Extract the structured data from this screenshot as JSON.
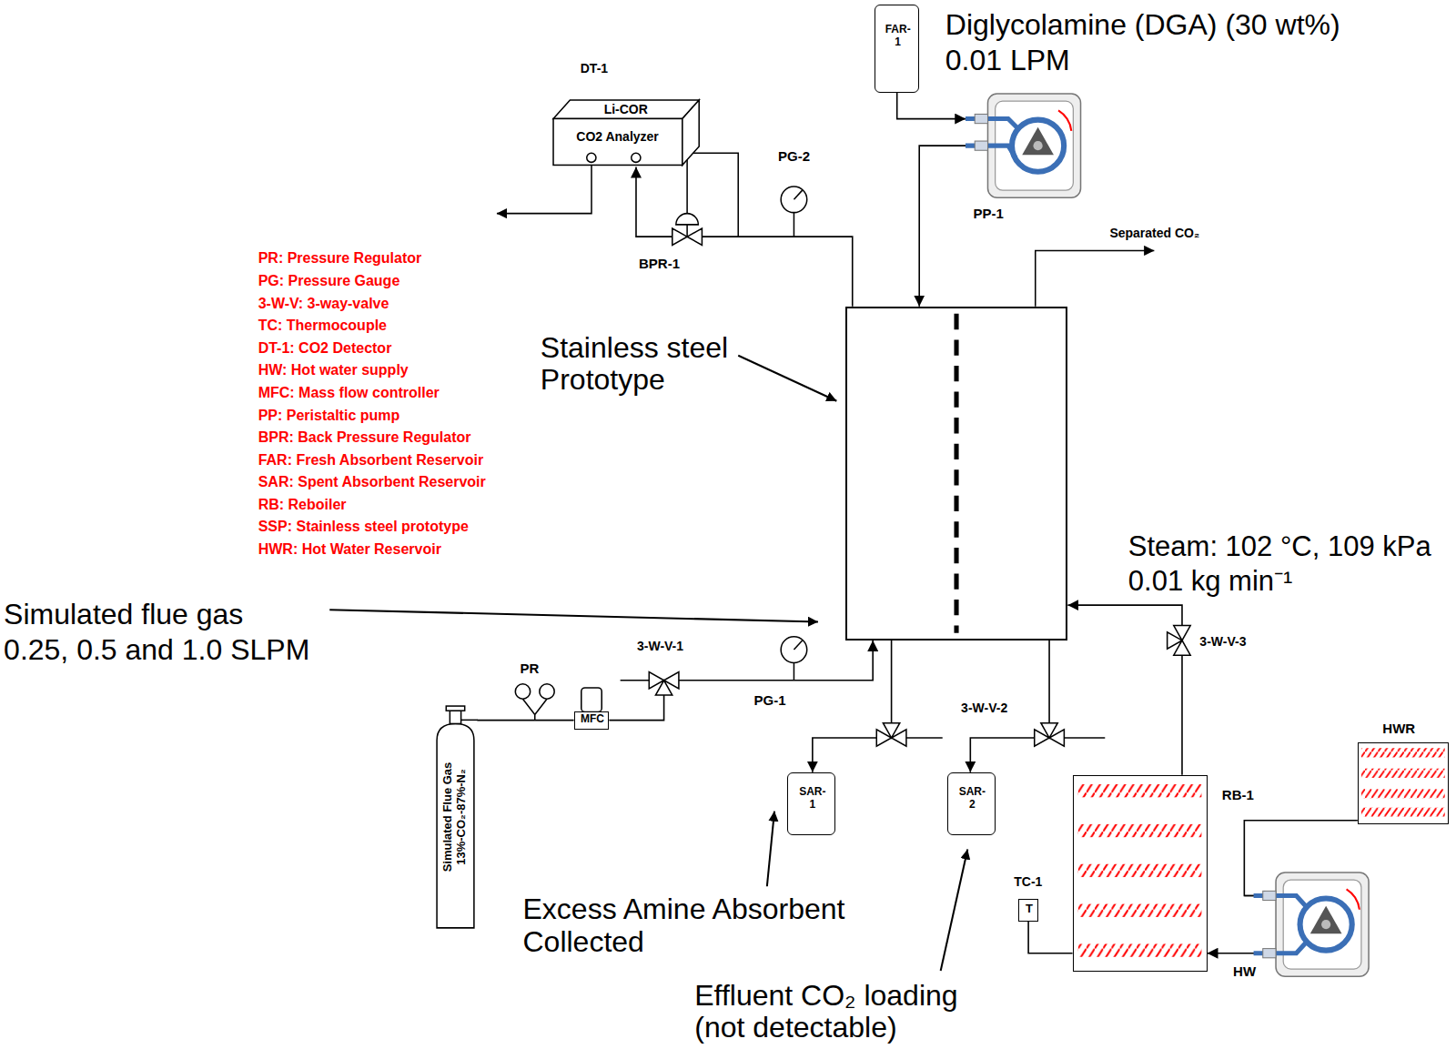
{
  "diagram": {
    "nodes": [
      {
        "text": [
          "DT-1",
          "Li-COR",
          "CO2 Analyzer"
        ]
      },
      {
        "text": [
          "FAR- 1"
        ]
      },
      {
        "text": [
          "PP-1"
        ]
      },
      {
        "text": [
          "Stainless steel Prototype"
        ]
      },
      {
        "text": [
          "Simulated Flue Gas",
          "13%-CO₂-87%-N₂"
        ]
      },
      {
        "text": [
          "MFC"
        ]
      },
      {
        "text": [
          "SAR- 1"
        ]
      },
      {
        "text": [
          "SAR- 2"
        ]
      },
      {
        "text": [
          "TC-1",
          "T"
        ]
      },
      {
        "text": [
          "RB-1"
        ]
      },
      {
        "text": [
          "HWR"
        ]
      }
    ],
    "edges": [
      {
        "from": 1,
        "to": 2,
        "arrow": "to"
      },
      {
        "from": 2,
        "to": 3,
        "arrow": "to"
      },
      {
        "from": 3,
        "to": 0,
        "arrow": "to"
      },
      {
        "from": 4,
        "to": 5,
        "arrow": "none"
      },
      {
        "from": 5,
        "to": 3,
        "arrow": "to"
      },
      {
        "from": 3,
        "to": 6,
        "arrow": "to"
      },
      {
        "from": 3,
        "to": 7,
        "arrow": "to"
      },
      {
        "from": 9,
        "to": 3,
        "arrow": "to"
      },
      {
        "from": 10,
        "to": 9,
        "arrow": "to"
      },
      {
        "from": 8,
        "to": 9,
        "arrow": "none"
      }
    ],
    "labels": [
      "PG-2",
      "BPR-1",
      "Diglycolamine (DGA) (30 wt%)",
      "0.01 LPM",
      "Separated CO₂",
      "PR: Pressure Regulator",
      "PG: Pressure Gauge",
      "3-W-V: 3-way-valve",
      "TC: Thermocouple",
      "DT-1: CO2 Detector",
      "HW: Hot water supply",
      "MFC: Mass flow controller",
      "PP: Peristaltic pump",
      "BPR: Back Pressure Regulator",
      "FAR: Fresh Absorbent Reservoir",
      "SAR: Spent Absorbent Reservoir",
      "RB: Reboiler",
      "SSP: Stainless steel prototype",
      "HWR: Hot Water Reservoir",
      "Steam: 102 °C, 109 kPa",
      "0.01 kg min⁻¹",
      "Simulated flue gas",
      "0.25, 0.5 and 1.0 SLPM",
      "PR",
      "3-W-V-1",
      "PG-1",
      "3-W-V-2",
      "3-W-V-3",
      "Excess Amine Absorbent Collected",
      "Effluent CO₂ loading (not detectable)",
      "HW"
    ]
  }
}
